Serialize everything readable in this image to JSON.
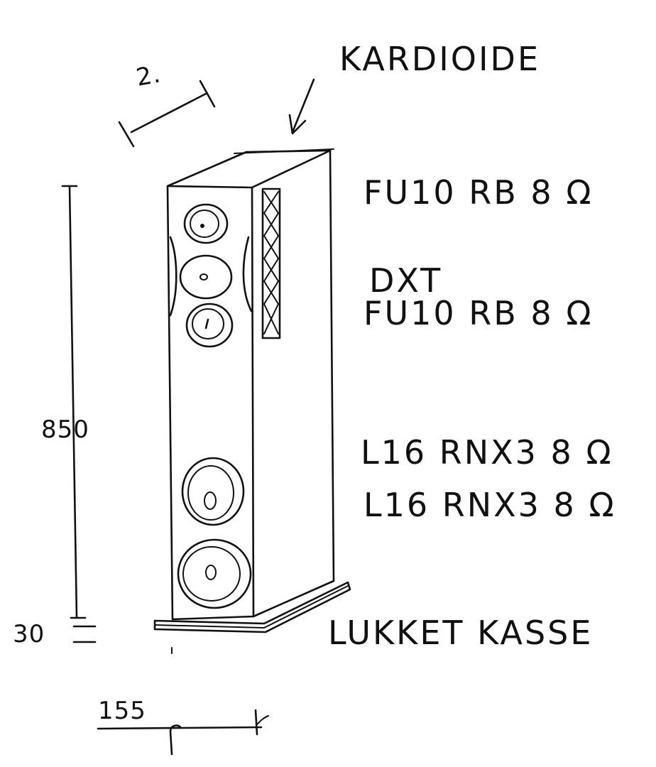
{
  "annotations": {
    "cardioid": "KARDIOIDE",
    "closed_box": "LUKKET KASSE"
  },
  "drivers": [
    {
      "label": "FU10 RB 8 Ω"
    },
    {
      "label": "DXT"
    },
    {
      "label": "FU10 RB 8 Ω"
    },
    {
      "label": "L16 RNX3 8 Ω"
    },
    {
      "label": "L16 RNX3 8 Ω"
    }
  ],
  "dimensions": {
    "height": "850",
    "plinth": "30",
    "width": "155",
    "depth": "2."
  },
  "colors": {
    "ink": "#111111",
    "paper": "#ffffff"
  }
}
